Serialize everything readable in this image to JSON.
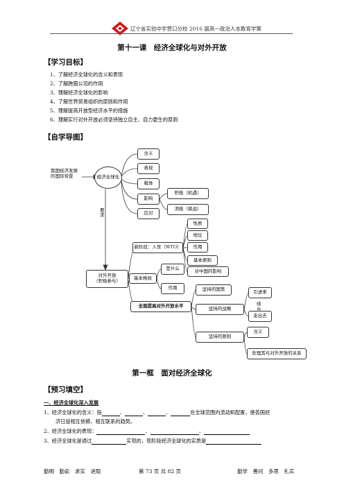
{
  "header": {
    "school": "辽宁省实验中学营口分校 2016 届高一政治人本教育学案",
    "colors": {
      "logo": "#c81e1e",
      "text": "#333333"
    }
  },
  "lesson_title": "第十一课　经济全球化与对外开放",
  "goals": {
    "heading": "【学习目标】",
    "items": [
      "1、了解经济全球化的含义和表现",
      "2、了解跨国公司的作用",
      "3、理解经济全球化的影响",
      "4、了解世界贸易组织的原则和作用",
      "5、理解提高开放型经济水平的措施",
      "6、理解实行对外开放必须坚持独立自主、自力更生的原则"
    ]
  },
  "guide": {
    "heading": "【自学导图】",
    "background": [
      "我国经济发展",
      "的国际背景"
    ],
    "center": "经济全球化",
    "branches": [
      "含义",
      "表现",
      "载体",
      "影响",
      "应对"
    ],
    "effects": [
      "积极（机遇）",
      "消极（挑战）"
    ],
    "requirement": [
      "要",
      "求"
    ],
    "open": [
      "对外开放",
      "（积极参与）"
    ],
    "stages": {
      "wto": "新阶段：入世（WTO）",
      "wto_items": [
        "性质",
        "地位",
        "作用",
        "基本原则",
        "对中国的影响"
      ],
      "basic": "基本格局",
      "basic_items": [
        "是什么",
        "作用"
      ],
      "improve": "全面提高对外开放水平",
      "policy": "坚持的国策",
      "strategy": "坚持的战略",
      "strategy_items": [
        "引进来",
        "走出去"
      ],
      "combine": [
        "结",
        "合"
      ],
      "principle": "坚持的原则",
      "principle_items": [
        "含义",
        "处理其与对外开放的关系"
      ]
    }
  },
  "frame_title": "第一框　面对经济全球化",
  "preview": {
    "heading": "【预习填空】",
    "sub": "一、经济全球化深入发展",
    "q1a": "1、经济全球化的含义：指",
    "q1b": "在全球范围内流动和配置，使各国经",
    "q1c": "济日益相互依赖、相互联系的趋势。",
    "q2": "2、经济全球化的表现：",
    "q3a": "3、经济全球化是通过",
    "q3b": "实现的，现阶段经济全球化的实质是"
  },
  "footer": {
    "left": "勤明　勤俞　求实　进取",
    "page": "第 73 页 共 82 页",
    "right": "勤学　善问　多思　扎实"
  }
}
